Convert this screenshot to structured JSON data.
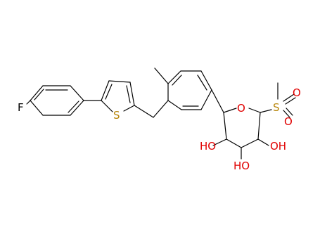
{
  "molecule": {
    "atoms": {
      "F": "F",
      "S_thiophene": "S",
      "O_ring": "O",
      "S_sulfonyl": "S",
      "O_sulfonyl_1": "O",
      "O_sulfonyl_2": "O",
      "OH_left": "HO",
      "OH_bottom": "HO",
      "OH_right": "OH"
    }
  }
}
